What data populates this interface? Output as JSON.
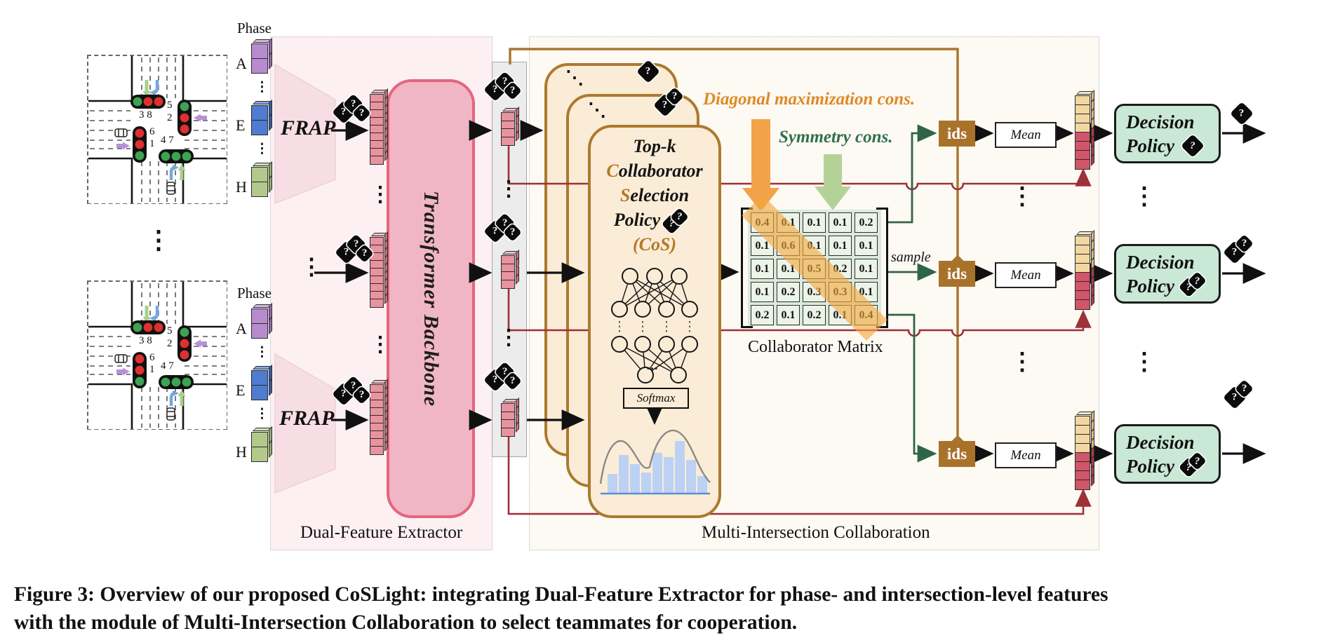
{
  "figure": {
    "caption_line1": "Figure 3: Overview of our proposed CoSLight: integrating Dual-Feature Extractor for phase- and intersection-level features",
    "caption_line2": "with the module of Multi-Intersection Collaboration to select teammates for cooperation."
  },
  "panels": {
    "dual_feature_label": "Dual-Feature Extractor",
    "multi_intersection_label": "Multi-Intersection Collaboration"
  },
  "phase": {
    "label": "Phase",
    "rows": [
      "A",
      "E",
      "H"
    ]
  },
  "intersection": {
    "signals": {
      "north": "3 8",
      "east_top": "5",
      "east_bottom": "2",
      "west_top": "6",
      "west_bottom": "1",
      "south": "4 7"
    }
  },
  "extractor": {
    "frap_label": "FRAP",
    "transformer_label": "Transformer Backbone"
  },
  "cos": {
    "line1": "Top-k",
    "line2a": "C",
    "line2b": "ollaborator",
    "line3a": "S",
    "line3b": "election",
    "line4": "Policy",
    "line5": "(CoS)",
    "softmax": "Softmax"
  },
  "constraints": {
    "diagonal": "Diagonal maximization cons.",
    "symmetry": "Symmetry cons."
  },
  "matrix": {
    "label": "Collaborator Matrix",
    "rows": [
      [
        "0.4",
        "0.1",
        "0.1",
        "0.1",
        "0.2"
      ],
      [
        "0.1",
        "0.6",
        "0.1",
        "0.1",
        "0.1"
      ],
      [
        "0.1",
        "0.1",
        "0.5",
        "0.2",
        "0.1"
      ],
      [
        "0.1",
        "0.2",
        "0.3",
        "0.3",
        "0.1"
      ],
      [
        "0.2",
        "0.1",
        "0.2",
        "0.1",
        "0.4"
      ]
    ]
  },
  "flow": {
    "sample": "sample",
    "ids": "ids",
    "mean": "Mean",
    "decision1": "Decision",
    "decision2": "Policy"
  },
  "misc": {
    "q": "?",
    "vdots": "⋮",
    "ddots": "⋱",
    "hdots": "···"
  },
  "colors": {
    "accent_orange": "#dd8a26",
    "accent_green": "#2f7050",
    "brown_line": "#a9752c",
    "dark_red_line": "#9e3038",
    "card_border": "#ab7a2e",
    "card_bg": "#faecd6",
    "decision_bg": "#c9e8d6",
    "transformer_bg": "#f1b6c5",
    "transformer_border": "#e4657f",
    "matrix_cell": "#ecf4e8",
    "diag_band": "#f2a83e",
    "ids_bg": "#a9722b"
  }
}
